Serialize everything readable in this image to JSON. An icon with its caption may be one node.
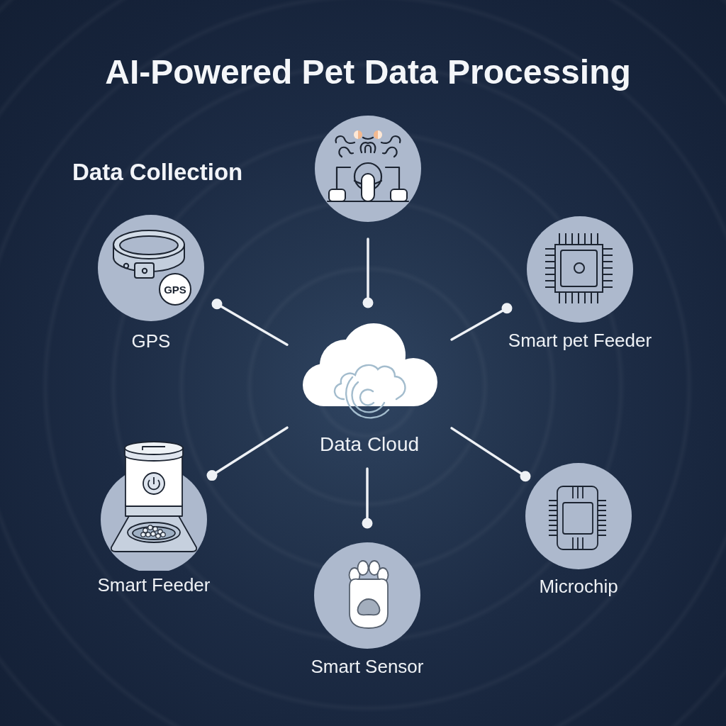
{
  "diagram": {
    "title": "AI-Powered Pet Data Processing",
    "nodes": [
      {
        "text": [],
        "shape": "picture"
      },
      {
        "text": [
          "GPS",
          "GPS"
        ]
      },
      {
        "text": [
          "Smart pet Feeder"
        ]
      },
      {
        "text": [
          "Data Cloud"
        ]
      },
      {
        "text": [
          "Smart Feeder"
        ]
      },
      {
        "text": [
          "Microchip"
        ]
      },
      {
        "text": [
          "Smart Sensor"
        ]
      }
    ],
    "edges": [
      {
        "from": 0,
        "to": 3,
        "arrow": "other"
      },
      {
        "from": 3,
        "to": 1,
        "arrow": "other"
      },
      {
        "from": 3,
        "to": 2,
        "arrow": "other"
      },
      {
        "from": 3,
        "to": 4,
        "arrow": "other"
      },
      {
        "from": 3,
        "to": 5,
        "arrow": "other"
      },
      {
        "from": 3,
        "to": 6,
        "arrow": "other"
      }
    ],
    "labels": [
      "Data Collection"
    ]
  }
}
